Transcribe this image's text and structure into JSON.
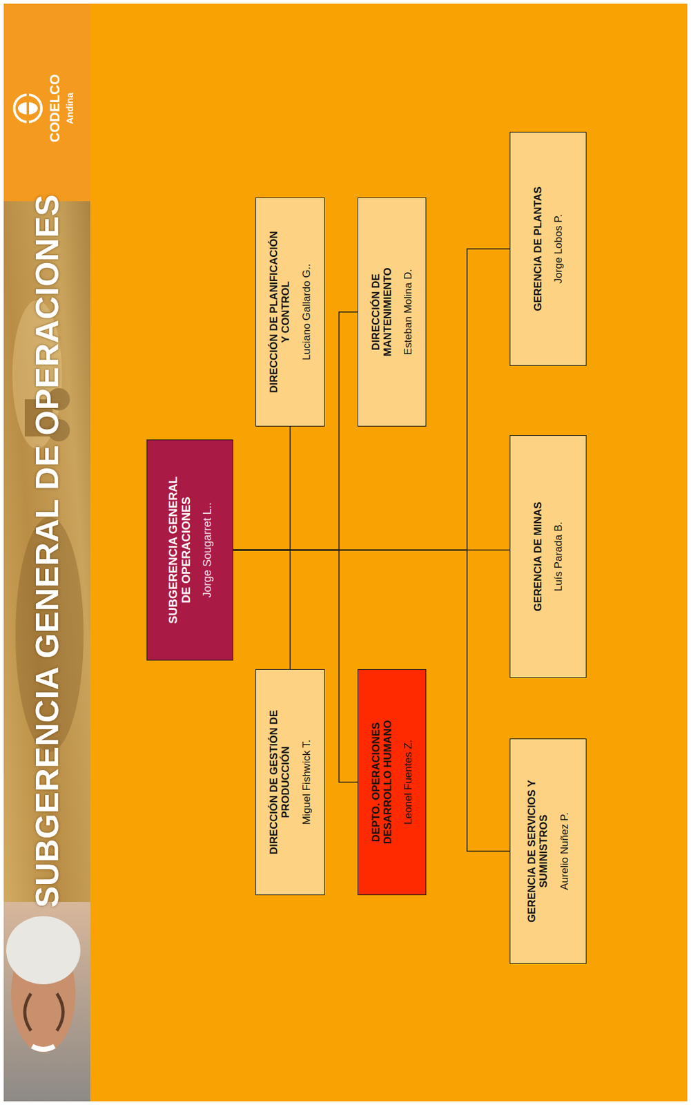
{
  "diagram": {
    "title": "SUBGERENCIA GENERAL DE OPERACIONES",
    "nodes": [
      {
        "text": [
          "SUBGERENCIA GENERAL DE OPERACIONES",
          "Jorge Sougarret L.."
        ]
      },
      {
        "text": [
          "DIRECCIÓN DE GESTIÓN DE PRODUCCIÓN",
          "Miguel Fishwick T."
        ]
      },
      {
        "text": [
          "DIRECCIÓN DE PLANIFICACIÓN Y CONTROL",
          "Luciano Gallardo G.."
        ]
      },
      {
        "text": [
          "DEPTO. OPERACIONES DESARROLLO HUMANO",
          "Leonel Fuentes Z."
        ]
      },
      {
        "text": [
          "DIRECCIÓN DE MANTENIMIENTO",
          "Esteban Molina D."
        ]
      },
      {
        "text": [
          "GERENCIA DE SERVICIOS Y SUMINISTROS",
          "Aurelio Nuñez P."
        ]
      },
      {
        "text": [
          "GERENCIA DE MINAS",
          "Luís Parada B."
        ]
      },
      {
        "text": [
          "GERENCIA DE PLANTAS",
          "Jorge Lobos P."
        ]
      }
    ],
    "edges": [
      {
        "from": 0,
        "to": 1,
        "arrow": "none"
      },
      {
        "from": 0,
        "to": 2,
        "arrow": "none"
      },
      {
        "from": 0,
        "to": 3,
        "arrow": "none"
      },
      {
        "from": 0,
        "to": 4,
        "arrow": "none"
      },
      {
        "from": 0,
        "to": 5,
        "arrow": "none"
      },
      {
        "from": 0,
        "to": 6,
        "arrow": "none"
      },
      {
        "from": 0,
        "to": 7,
        "arrow": "none"
      }
    ],
    "labels": [
      "CODELCO",
      "Andina"
    ]
  }
}
